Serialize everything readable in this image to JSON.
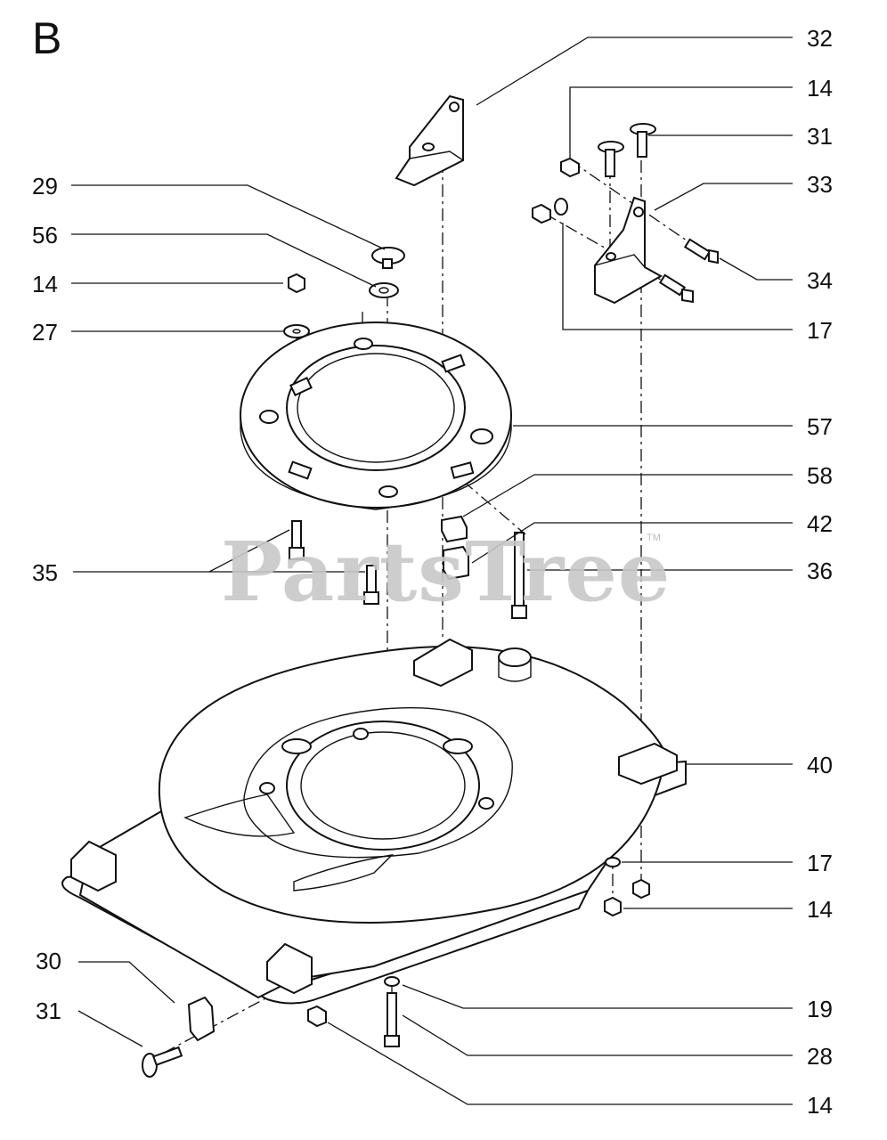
{
  "section_label": "B",
  "watermark": {
    "text": "PartsTree",
    "trademark": "TM"
  },
  "callouts": [
    {
      "id": "c-32",
      "number": "32"
    },
    {
      "id": "c-14a",
      "number": "14"
    },
    {
      "id": "c-31a",
      "number": "31"
    },
    {
      "id": "c-33",
      "number": "33"
    },
    {
      "id": "c-29",
      "number": "29"
    },
    {
      "id": "c-56",
      "number": "56"
    },
    {
      "id": "c-14b",
      "number": "14"
    },
    {
      "id": "c-34",
      "number": "34"
    },
    {
      "id": "c-27",
      "number": "27"
    },
    {
      "id": "c-17a",
      "number": "17"
    },
    {
      "id": "c-57",
      "number": "57"
    },
    {
      "id": "c-58",
      "number": "58"
    },
    {
      "id": "c-42",
      "number": "42"
    },
    {
      "id": "c-35",
      "number": "35"
    },
    {
      "id": "c-36",
      "number": "36"
    },
    {
      "id": "c-40",
      "number": "40"
    },
    {
      "id": "c-17b",
      "number": "17"
    },
    {
      "id": "c-14c",
      "number": "14"
    },
    {
      "id": "c-30",
      "number": "30"
    },
    {
      "id": "c-31b",
      "number": "31"
    },
    {
      "id": "c-19",
      "number": "19"
    },
    {
      "id": "c-28",
      "number": "28"
    },
    {
      "id": "c-14d",
      "number": "14"
    }
  ]
}
